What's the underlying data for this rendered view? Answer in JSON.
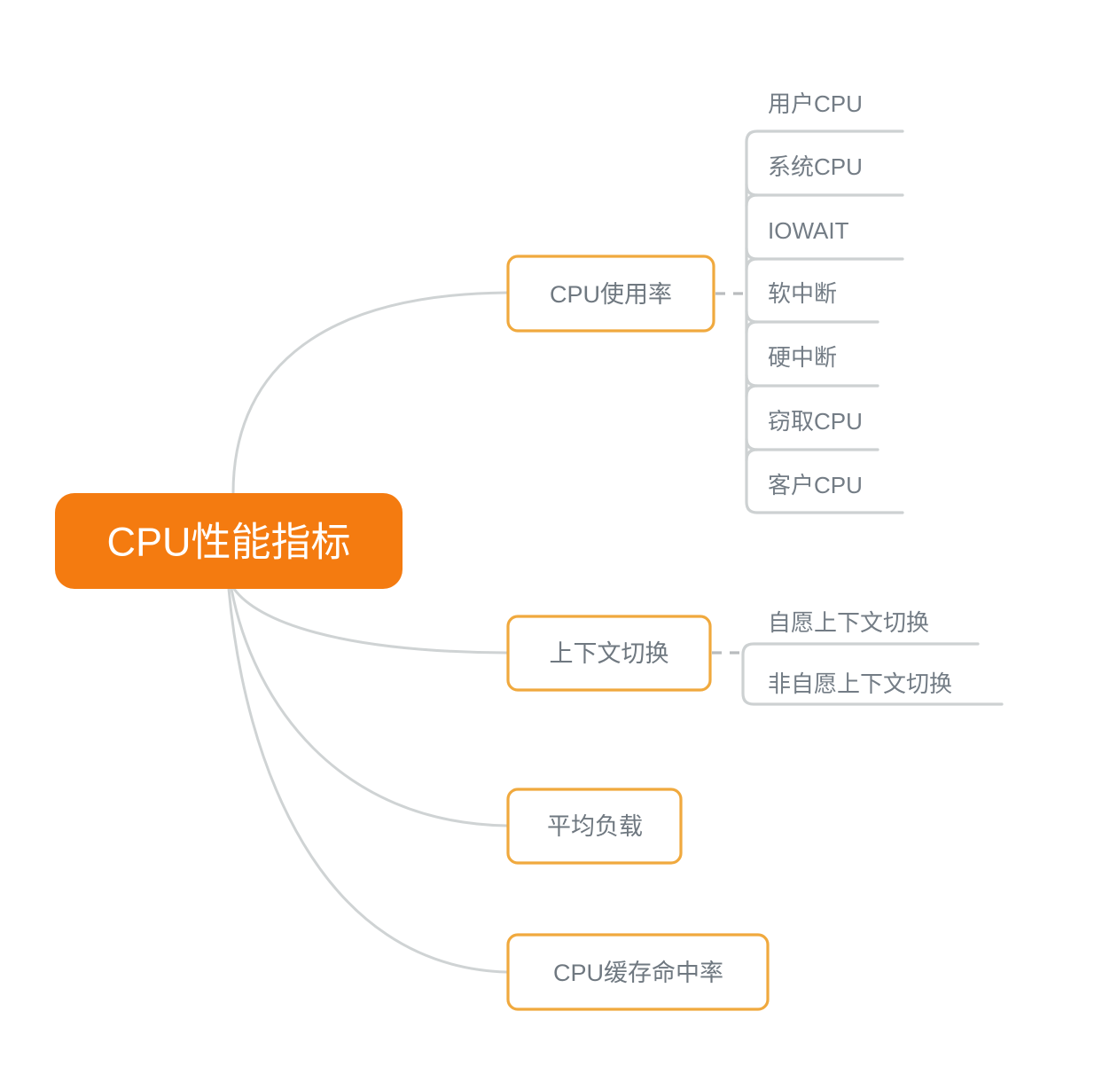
{
  "diagram": {
    "type": "mindmap",
    "title": "CPU性能指标",
    "orientation": "left-to-right",
    "background_color": "#ffffff",
    "root": {
      "label": "CPU性能指标",
      "fill_color": "#f47b10",
      "text_color": "#ffffff"
    },
    "style": {
      "branch_border_color": "#f0a93e",
      "branch_fill_color": "#ffffff",
      "branch_text_color": "#6f7880",
      "leaf_text_color": "#737c85",
      "connector_color": "#cfd3d4",
      "dashed_link_color": "#b9bcbe"
    },
    "branches": [
      {
        "label": "CPU使用率",
        "has_children": true,
        "children": [
          {
            "label": "用户CPU"
          },
          {
            "label": "系统CPU"
          },
          {
            "label": "IOWAIT"
          },
          {
            "label": "软中断"
          },
          {
            "label": "硬中断"
          },
          {
            "label": "窃取CPU"
          },
          {
            "label": "客户CPU"
          }
        ]
      },
      {
        "label": "上下文切换",
        "has_children": true,
        "children": [
          {
            "label": "自愿上下文切换"
          },
          {
            "label": "非自愿上下文切换"
          }
        ]
      },
      {
        "label": "平均负载",
        "has_children": false,
        "children": []
      },
      {
        "label": "CPU缓存命中率",
        "has_children": false,
        "children": []
      }
    ]
  }
}
